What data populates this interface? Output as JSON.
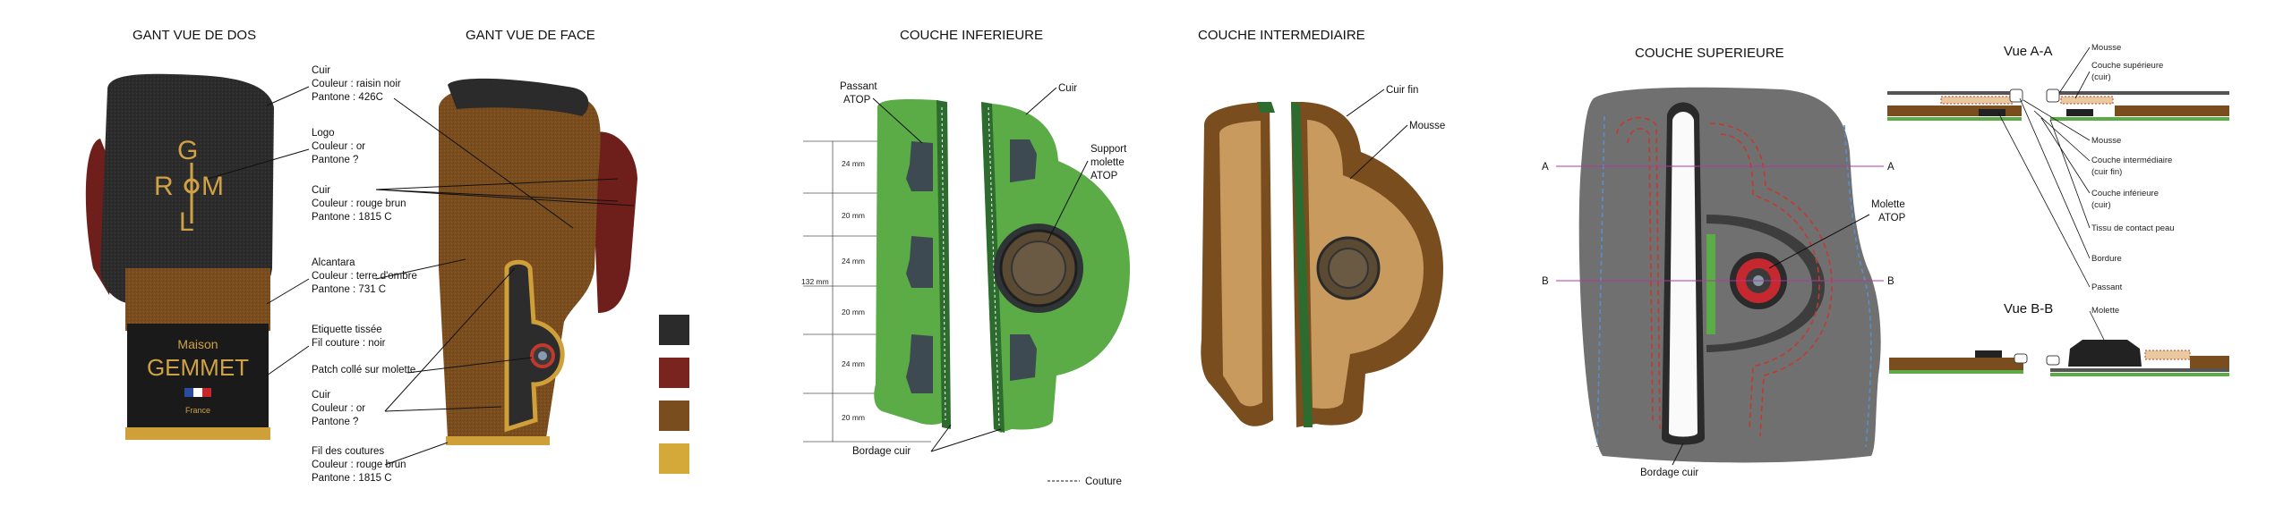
{
  "titles": {
    "dos": "GANT VUE DE DOS",
    "face": "GANT VUE DE FACE",
    "inf": "COUCHE INFERIEURE",
    "inter": "COUCHE INTERMEDIAIRE",
    "sup": "COUCHE SUPERIEURE",
    "vaa": "Vue A-A",
    "vbb": "Vue B-B"
  },
  "glove_logo": {
    "brand_small": "Maison",
    "brand": "GEMMET",
    "origin": "France"
  },
  "callouts": {
    "cuir_noir": [
      "Cuir",
      "Couleur : raisin noir",
      "Pantone : 426C"
    ],
    "logo": [
      "Logo",
      "Couleur : or",
      "Pantone ?"
    ],
    "cuir_rouge": [
      "Cuir",
      "Couleur : rouge brun",
      "Pantone : 1815 C"
    ],
    "alcantara": [
      "Alcantara",
      "Couleur : terre d'ombre",
      "Pantone : 731 C"
    ],
    "etiquette": [
      "Etiquette tissée",
      "Fil couture : noir"
    ],
    "patch": [
      "Patch collé sur molette"
    ],
    "cuir_or": [
      "Cuir",
      "Couleur : or",
      "Pantone ?"
    ],
    "fil": [
      "Fil des coutures",
      "Couleur : rouge brun",
      "Pantone : 1815 C"
    ]
  },
  "swatches": [
    {
      "name": "raisin-noir",
      "color": "#2b2b2b"
    },
    {
      "name": "rouge-brun",
      "color": "#7a2420"
    },
    {
      "name": "terre-ombre",
      "color": "#7a4d1f"
    },
    {
      "name": "or",
      "color": "#d4a93a"
    }
  ],
  "inferieure": {
    "passant": [
      "Passant",
      "ATOP"
    ],
    "cuir": "Cuir",
    "support": [
      "Support",
      "molette",
      "ATOP"
    ],
    "bordage": "Bordage cuir",
    "couture": "Couture",
    "dims": [
      "24 mm",
      "20 mm",
      "24 mm",
      "20 mm",
      "24 mm",
      "20 mm"
    ],
    "total": "132 mm"
  },
  "intermediaire": {
    "cuir_fin": "Cuir fin",
    "mousse": "Mousse"
  },
  "superieure": {
    "sec_a": "A",
    "sec_b": "B",
    "molette": [
      "Molette",
      "ATOP"
    ],
    "bordage": "Bordage cuir"
  },
  "vue_aa": {
    "labels": [
      [
        "Mousse"
      ],
      [
        "Couche supérieure",
        "(cuir)"
      ],
      [
        "Mousse"
      ],
      [
        "Couche intermédiaire",
        "(cuir fin)"
      ],
      [
        "Couche inférieure",
        "(cuir)"
      ],
      [
        "Tissu de contact peau"
      ],
      [
        "Bordure"
      ],
      [
        "Passant"
      ]
    ]
  },
  "vue_bb": {
    "molette": "Molette"
  }
}
